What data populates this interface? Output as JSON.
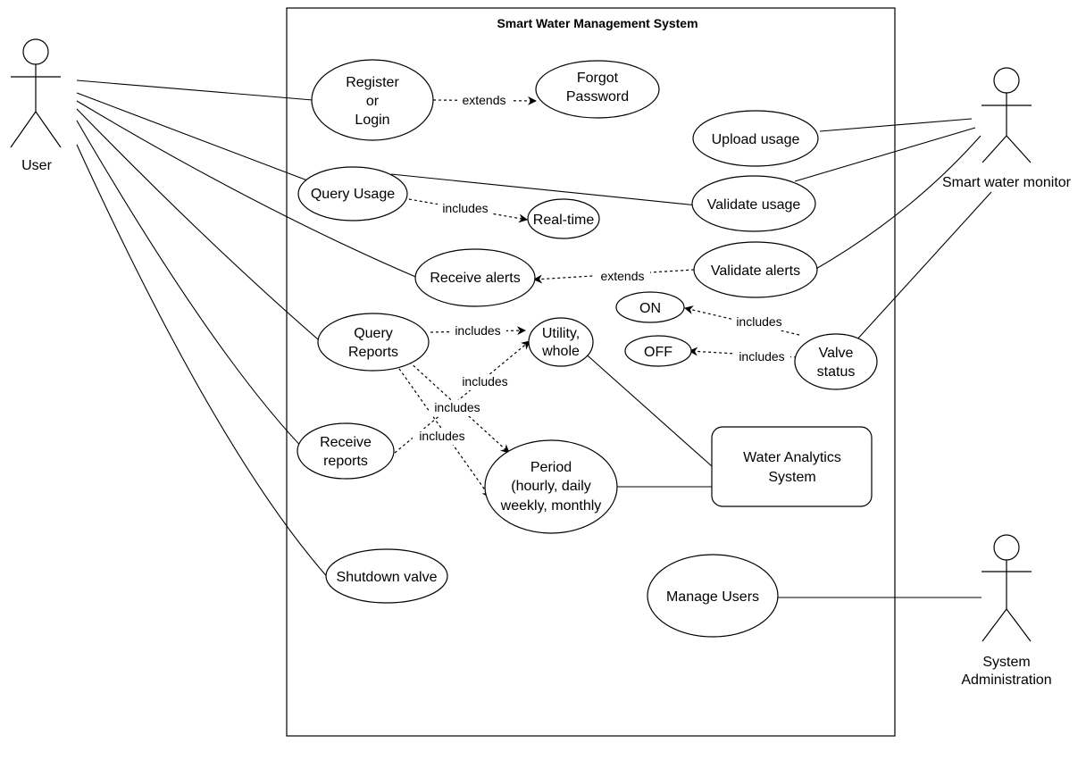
{
  "system": {
    "title": "Smart Water Management System"
  },
  "actors": {
    "user": "User",
    "monitor": "Smart water monitor",
    "admin_line1": "System",
    "admin_line2": "Administration"
  },
  "use_cases": {
    "register_l1": "Register",
    "register_l2": "or",
    "register_l3": "Login",
    "forgot_l1": "Forgot",
    "forgot_l2": "Password",
    "upload_usage": "Upload usage",
    "query_usage": "Query Usage",
    "validate_usage": "Validate usage",
    "realtime": "Real-time",
    "receive_alerts": "Receive alerts",
    "validate_alerts": "Validate alerts",
    "on": "ON",
    "off": "OFF",
    "valve_l1": "Valve",
    "valve_l2": "status",
    "query_reports_l1": "Query",
    "query_reports_l2": "Reports",
    "utility_l1": "Utility,",
    "utility_l2": "whole",
    "receive_reports_l1": "Receive",
    "receive_reports_l2": "reports",
    "period_l1": "Period",
    "period_l2": "(hourly, daily",
    "period_l3": "weekly, monthly",
    "shutdown": "Shutdown valve",
    "manage_users": "Manage Users"
  },
  "external_system": {
    "line1": "Water Analytics",
    "line2": "System"
  },
  "relations": {
    "extends_forgot": "extends",
    "includes_realtime": "includes",
    "extends_alerts": "extends",
    "includes_on": "includes",
    "includes_off": "includes",
    "includes_utility_q": "includes",
    "includes_utility_r": "includes",
    "includes_period_q": "includes",
    "includes_period_r": "includes"
  }
}
